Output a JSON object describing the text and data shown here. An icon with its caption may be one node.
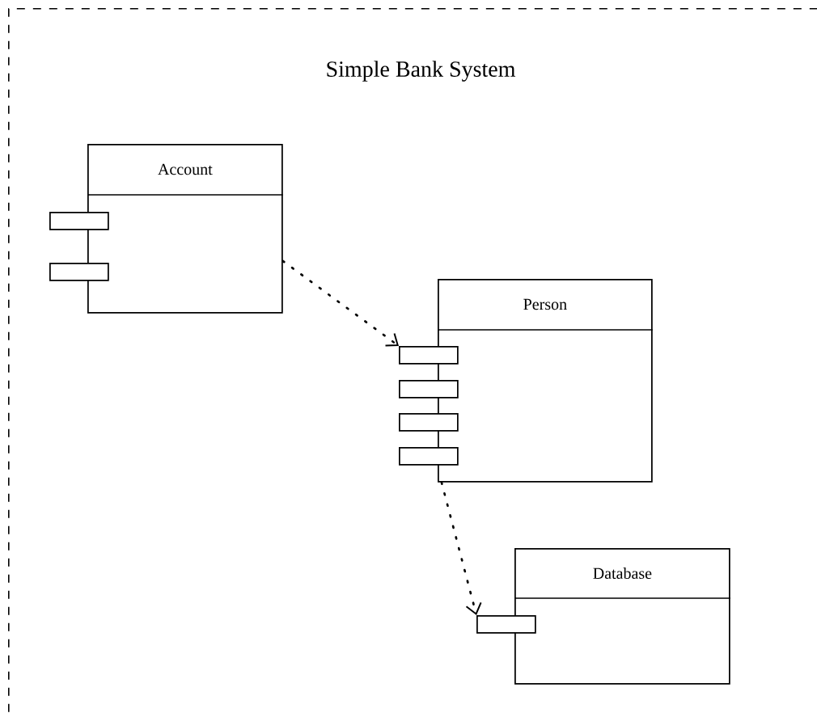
{
  "diagram": {
    "nodes": [
      {
        "text": [
          "Simple Bank System"
        ]
      },
      {
        "text": [
          "Account"
        ],
        "in": 0
      },
      {
        "text": [],
        "shape": "box",
        "in": 0
      },
      {
        "text": [],
        "shape": "box",
        "in": 0
      },
      {
        "text": [
          "Person"
        ],
        "in": 0
      },
      {
        "text": [],
        "shape": "box",
        "in": 0
      },
      {
        "text": [],
        "shape": "box",
        "in": 0
      },
      {
        "text": [],
        "shape": "box",
        "in": 0
      },
      {
        "text": [],
        "shape": "box",
        "in": 0
      },
      {
        "text": [
          "Database"
        ],
        "in": 0
      },
      {
        "text": [],
        "shape": "box",
        "in": 0
      }
    ],
    "edges": [
      {
        "from": 1,
        "to": 5,
        "arrow": "to",
        "style": "dashed"
      },
      {
        "from": 4,
        "to": 10,
        "arrow": "to",
        "style": "dashed"
      }
    ]
  }
}
